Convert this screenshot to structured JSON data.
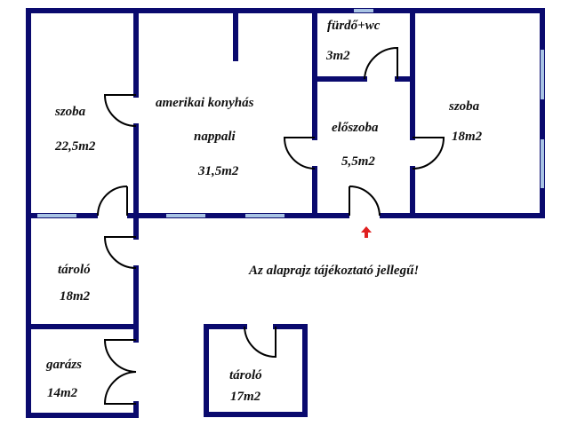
{
  "colors": {
    "wall": "#0a0a6e",
    "window": "#a9c4e4",
    "door": "#000000",
    "arrow": "#e02020"
  },
  "rooms": [
    {
      "name": "szoba",
      "area": "22,5m2"
    },
    {
      "name": "amerikai konyhás",
      "name2": "nappali",
      "area": "31,5m2"
    },
    {
      "name": "fürdő+wc",
      "area": "3m2"
    },
    {
      "name": "előszoba",
      "area": "5,5m2"
    },
    {
      "name": "szoba",
      "area": "18m2"
    },
    {
      "name": "tároló",
      "area": "18m2"
    },
    {
      "name": "garázs",
      "area": "14m2"
    },
    {
      "name": "tároló",
      "area": "17m2"
    }
  ],
  "note": "Az alaprajz tájékoztató jellegű!",
  "entrance_icon": "arrow-up-icon"
}
